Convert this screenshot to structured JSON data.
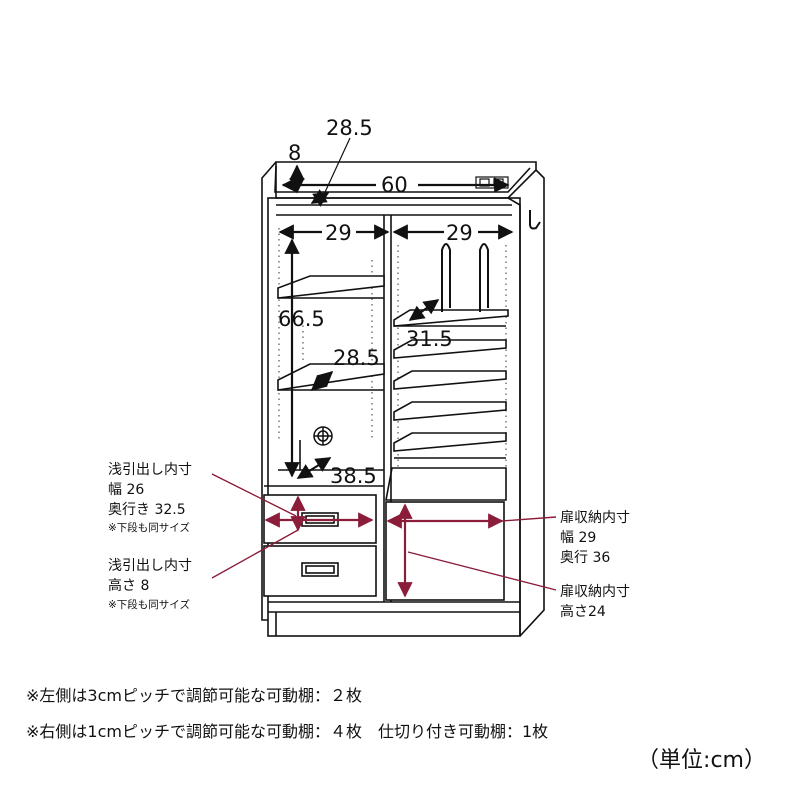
{
  "dimensions": {
    "depth_top": "28.5",
    "top_height": "8",
    "width": "60",
    "left_width": "29",
    "right_width": "29",
    "left_height": "66.5",
    "right_shelf_depth": "31.5",
    "left_shelf_depth": "28.5",
    "left_bottom_depth": "38.5"
  },
  "callouts": {
    "drawer_inner": {
      "title": "浅引出し内寸",
      "width": "幅 26",
      "depth": "奥行き 32.5",
      "note": "※下段も同サイズ"
    },
    "drawer_height": {
      "title": "浅引出し内寸",
      "height": "高さ 8",
      "note": "※下段も同サイズ"
    },
    "door_inner": {
      "title": "扉収納内寸",
      "width": "幅 29",
      "depth": "奥行 36"
    },
    "door_height": {
      "title": "扉収納内寸",
      "height": "高さ24"
    }
  },
  "footnotes": {
    "left": "※左側は3cmピッチで調節可能な可動棚：２枚",
    "right": "※右側は1cmピッチで調節可能な可動棚：４枚　仕切り付き可動棚：1枚"
  },
  "unit": "（単位:cm）",
  "colors": {
    "outline": "#111111",
    "maroon": "#8b1c3a"
  }
}
